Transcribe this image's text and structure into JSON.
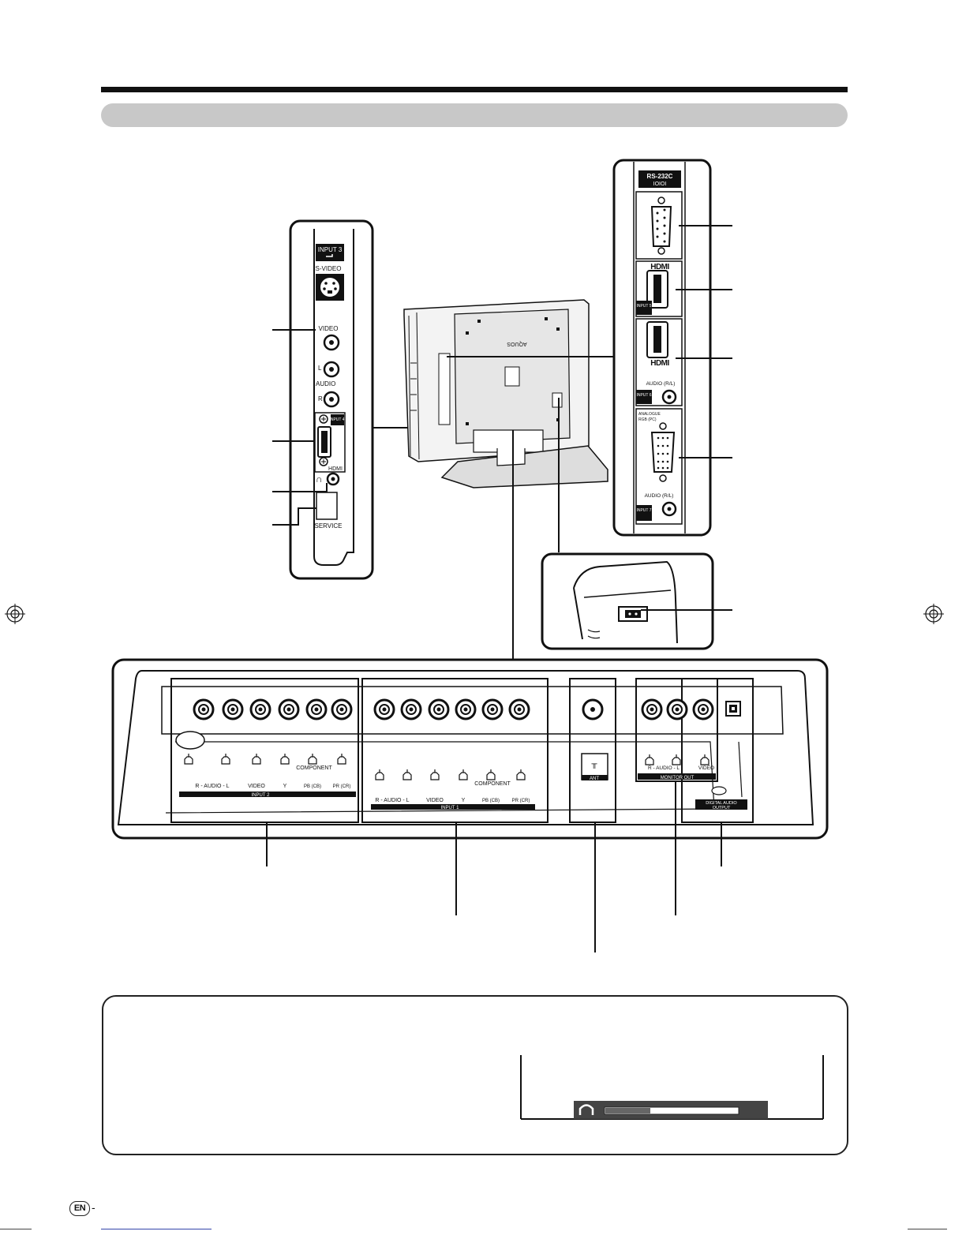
{
  "page": {
    "lang_badge": "EN",
    "lang_badge_suffix": "-"
  },
  "left_panel": {
    "input3": "INPUT 3",
    "s_video": "S-VIDEO",
    "video": "VIDEO",
    "audio_l": "L",
    "audio": "AUDIO",
    "audio_r": "R",
    "input4": "INPUT 4",
    "hdmi": "HDMI",
    "service": "SERVICE"
  },
  "right_panel": {
    "rs232c": "RS-232C",
    "rs232c_glyph": "IOIOI",
    "hdmi_logo_1": "HDMI",
    "input5": "INPUT 5",
    "hdmi_logo_2": "HDMI",
    "audio_rl_1": "AUDIO (R/L)",
    "input6": "INPUT 6",
    "analogue_rgb_1": "ANALOGUE",
    "analogue_rgb_2": "RGB (PC)",
    "audio_rl_2": "AUDIO (R/L)",
    "input7": "INPUT 7"
  },
  "tv": {
    "brand": "AQUOS"
  },
  "bottom_panel": {
    "component_1": "COMPONENT",
    "row_labels_1": [
      "R - AUDIO - L",
      "VIDEO",
      "Y",
      "PB (CB)",
      "PR (CR)"
    ],
    "input2": "INPUT 2",
    "component_2": "COMPONENT",
    "row_labels_2": [
      "R - AUDIO - L",
      "VIDEO",
      "Y",
      "PB (CB)",
      "PR (CR)"
    ],
    "input1": "INPUT 1",
    "ant": "ANT",
    "monitor_audio": "R - AUDIO - L",
    "monitor_video": "VIDEO",
    "monitor_out": "MONITOR OUT",
    "digital_audio_1": "DIGITAL AUDIO",
    "digital_audio_2": "OUTPUT"
  }
}
